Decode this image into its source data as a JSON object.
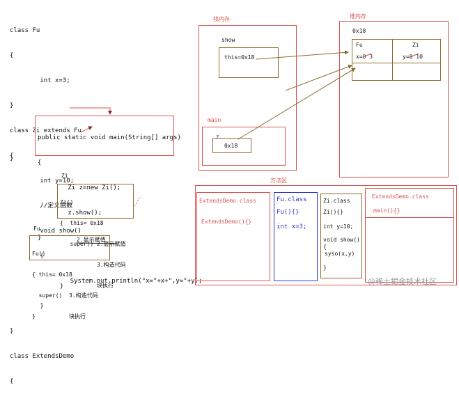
{
  "code": {
    "lines": [
      "class Fu",
      "{",
      "        int x=3;",
      "}",
      "class Zi extends Fu",
      "{",
      "        int y=10;",
      "        //定义函数",
      "        void show()",
      "        {",
      "                System.out.println(\"x=\"+x+\",y=\"+y);",
      "        }",
      "}",
      "class ExtendsDemo",
      "{"
    ],
    "main_lines": [
      "public static void main(String[] args)",
      "{",
      "        Zi z=new Zi();",
      "        z.show();",
      "}"
    ],
    "closing": "}"
  },
  "stack": {
    "label": "栈内存",
    "show": {
      "label": "show",
      "this_value": "this=0x18"
    },
    "main": {
      "label": "main",
      "var": "z",
      "value": "0x18"
    }
  },
  "heap": {
    "label": "堆内存",
    "address": "0x18",
    "fu_label": "Fu",
    "zi_label": "Zi",
    "x_value": "x=0 3",
    "y_value": "y=0 10"
  },
  "zi_ctor": {
    "title": "Zi",
    "line1": "Zi()",
    "line2": "{  this= 0x18",
    "line3": "   super() 2.显示赋值",
    "line4": "           3.构造代码",
    "line5": "}          块执行"
  },
  "fu_ctor": {
    "title": "Fu",
    "line1": "Fu()",
    "line2": "{ this= 0x18",
    "line3": "  super()  3.构造代码",
    "line4": "}          块执行",
    "step2": "2.显示赋值"
  },
  "method_area": {
    "label": "方法区",
    "extendsdemo": {
      "title": "ExtendsDemo.class",
      "member": "ExtendsDemo(){}"
    },
    "fu": {
      "title": "Fu.class",
      "ctor": "Fu(){}",
      "field": "int x=3;"
    },
    "zi": {
      "title": "Zi.class",
      "ctor": "Zi(){}",
      "field": "int y=10;",
      "method": "void show()",
      "brace": "{",
      "body": "syso(x,y)",
      "close": "}"
    },
    "extendsdemo2": {
      "title": "ExtendsDemo.class",
      "member": "main(){}"
    }
  },
  "watermark": "@稀土掘金技术社区"
}
